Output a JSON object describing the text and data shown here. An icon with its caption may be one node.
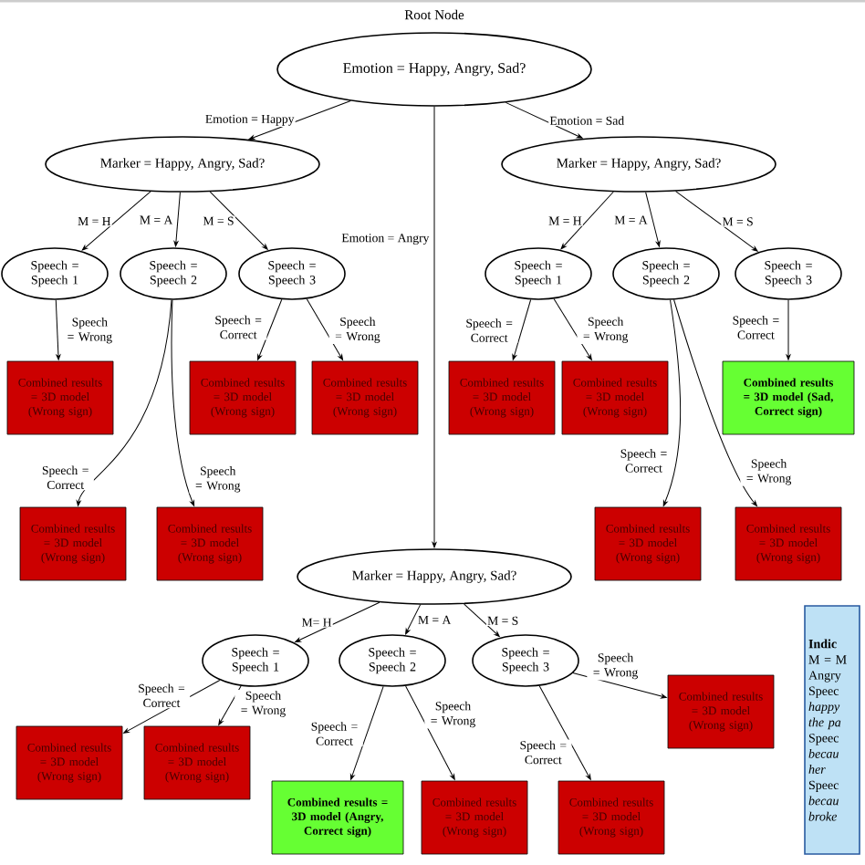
{
  "diagram": {
    "nodes": [
      {
        "text": [
          "Emotion = Happy, Angry, Sad?"
        ]
      },
      {
        "text": [
          "Marker = Happy, Angry, Sad?"
        ]
      },
      {
        "text": [
          "Speech = Speech 1"
        ]
      },
      {
        "text": [
          "Speech = Speech 2"
        ]
      },
      {
        "text": [
          "Speech = Speech 3"
        ]
      },
      {
        "text": [
          "Combined results = 3D model (Wrong sign)"
        ]
      },
      {
        "text": [
          "Combined results = 3D model (Wrong sign)"
        ]
      },
      {
        "text": [
          "Combined results = 3D model (Wrong sign)"
        ]
      },
      {
        "text": [
          "Combined results = 3D model (Wrong sign)"
        ]
      },
      {
        "text": [
          "Combined results = 3D model (Wrong sign)"
        ]
      },
      {
        "text": [
          "Marker = Happy, Angry, Sad?"
        ]
      },
      {
        "text": [
          "Speech = Speech 1"
        ]
      },
      {
        "text": [
          "Speech = Speech 2"
        ]
      },
      {
        "text": [
          "Speech = Speech 3"
        ]
      },
      {
        "text": [
          "Combined results = 3D model (Wrong sign)"
        ]
      },
      {
        "text": [
          "Combined results = 3D model (Wrong sign)"
        ]
      },
      {
        "text": [
          "Combined results = 3D model (Sad, Correct sign)"
        ]
      },
      {
        "text": [
          "Combined results = 3D model (Wrong sign)"
        ]
      },
      {
        "text": [
          "Combined results = 3D model (Wrong sign)"
        ]
      },
      {
        "text": [
          "Marker = Happy, Angry, Sad?"
        ]
      },
      {
        "text": [
          "Speech = Speech 1"
        ]
      },
      {
        "text": [
          "Speech = Speech 2"
        ]
      },
      {
        "text": [
          "Speech = Speech 3"
        ]
      },
      {
        "text": [
          "Combined results = 3D model (Wrong sign)"
        ]
      },
      {
        "text": [
          "Combined results = 3D model (Wrong sign)"
        ]
      },
      {
        "text": [
          "Combined results = 3D model (Angry, Correct sign)"
        ]
      },
      {
        "text": [
          "Combined results = 3D model (Wrong sign)"
        ]
      },
      {
        "text": [
          "Combined results = 3D model (Wrong sign)"
        ]
      },
      {
        "text": [
          "Combined results = 3D model (Wrong sign)"
        ]
      },
      {
        "text": [
          "Indic",
          "M = M",
          "Angry",
          "Speec",
          "happy",
          "the pa",
          "Speec",
          "becau",
          "her",
          "Speec",
          "becau",
          "broke"
        ]
      }
    ],
    "edges": [
      {
        "from": 0,
        "to": 1,
        "arrow": "to",
        "label": "Emotion = Happy"
      },
      {
        "from": 0,
        "to": 10,
        "arrow": "to",
        "label": "Emotion = Sad"
      },
      {
        "from": 0,
        "to": 19,
        "arrow": "to",
        "label": "Emotion = Angry"
      },
      {
        "from": 1,
        "to": 2,
        "arrow": "to",
        "label": "M = H"
      },
      {
        "from": 1,
        "to": 3,
        "arrow": "to",
        "label": "M = A"
      },
      {
        "from": 1,
        "to": 4,
        "arrow": "to",
        "label": "M = S"
      },
      {
        "from": 2,
        "to": 5,
        "arrow": "to",
        "label": "Speech = Wrong"
      },
      {
        "from": 4,
        "to": 6,
        "arrow": "to",
        "label": "Speech = Correct"
      },
      {
        "from": 4,
        "to": 7,
        "arrow": "to",
        "label": "Speech = Wrong"
      },
      {
        "from": 3,
        "to": 8,
        "arrow": "to",
        "label": "Speech = Correct"
      },
      {
        "from": 3,
        "to": 9,
        "arrow": "to",
        "label": "Speech = Wrong"
      },
      {
        "from": 10,
        "to": 11,
        "arrow": "to",
        "label": "M = H"
      },
      {
        "from": 10,
        "to": 12,
        "arrow": "to",
        "label": "M = A"
      },
      {
        "from": 10,
        "to": 13,
        "arrow": "to",
        "label": "M = S"
      },
      {
        "from": 11,
        "to": 14,
        "arrow": "to",
        "label": "Speech = Correct"
      },
      {
        "from": 11,
        "to": 15,
        "arrow": "to",
        "label": "Speech = Wrong"
      },
      {
        "from": 13,
        "to": 16,
        "arrow": "to",
        "label": "Speech = Correct"
      },
      {
        "from": 12,
        "to": 17,
        "arrow": "to",
        "label": "Speech = Correct"
      },
      {
        "from": 12,
        "to": 18,
        "arrow": "to",
        "label": "Speech = Wrong"
      },
      {
        "from": 19,
        "to": 20,
        "arrow": "to",
        "label": "M= H"
      },
      {
        "from": 19,
        "to": 21,
        "arrow": "to",
        "label": "M = A"
      },
      {
        "from": 19,
        "to": 22,
        "arrow": "to",
        "label": "M = S"
      },
      {
        "from": 20,
        "to": 23,
        "arrow": "to",
        "label": "Speech = Correct"
      },
      {
        "from": 20,
        "to": 24,
        "arrow": "to",
        "label": "Speech = Wrong"
      },
      {
        "from": 21,
        "to": 25,
        "arrow": "to",
        "label": "Speech = Correct"
      },
      {
        "from": 21,
        "to": 26,
        "arrow": "to",
        "label": "Speech = Wrong"
      },
      {
        "from": 22,
        "to": 27,
        "arrow": "to",
        "label": "Speech = Wrong"
      },
      {
        "from": 22,
        "to": 28,
        "arrow": "to",
        "label": "Speech = Correct"
      }
    ],
    "labels": [
      "Root Node"
    ]
  }
}
